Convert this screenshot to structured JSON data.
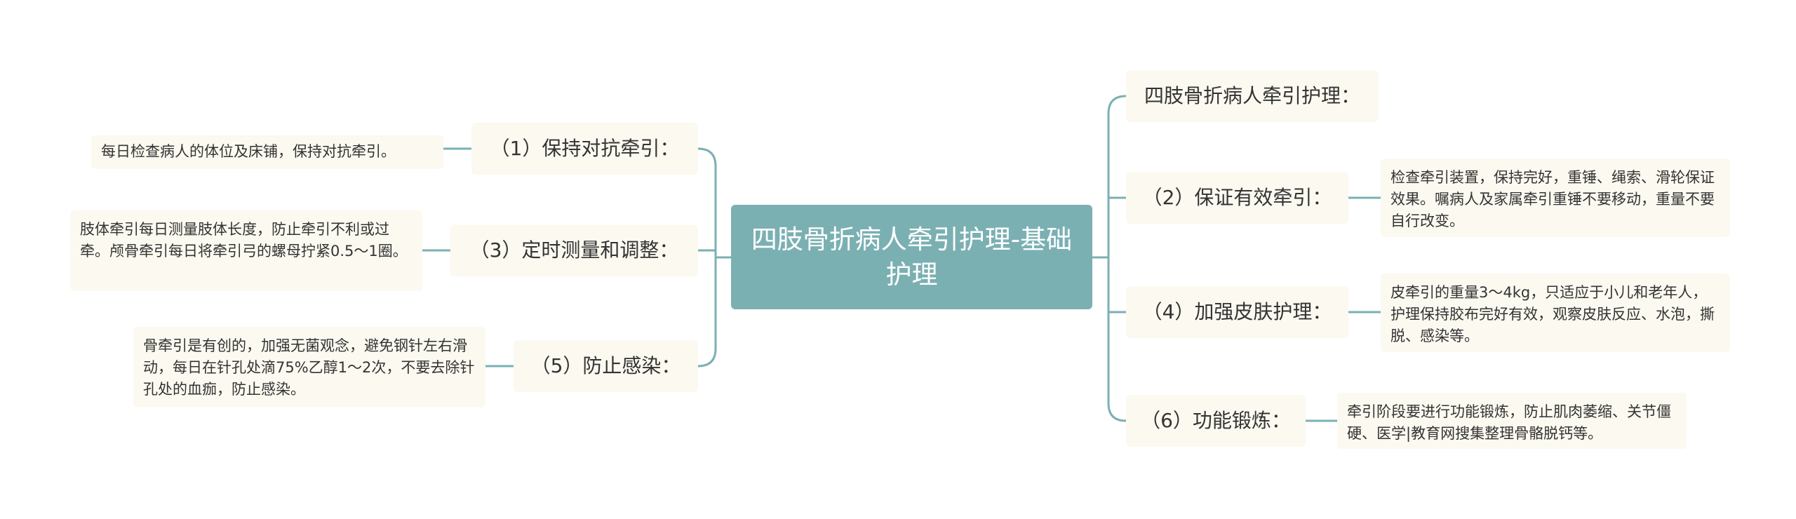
{
  "root": {
    "title": "四肢骨折病人牵引护理-基础护理"
  },
  "colors": {
    "root_fill": "#7bb0b3",
    "node_fill": "#fbf9f0",
    "connector": "#7bb0b3"
  },
  "right": {
    "header": "四肢骨折病人牵引护理：",
    "b2": {
      "label": "（2）保证有效牵引：",
      "detail": "检查牵引装置，保持完好，重锤、绳索、滑轮保证效果。嘱病人及家属牵引重锤不要移动，重量不要自行改变。"
    },
    "b4": {
      "label": "（4）加强皮肤护理：",
      "detail": "皮牵引的重量3～4kg，只适应于小儿和老年人，护理保持胶布完好有效，观察皮肤反应、水泡，撕脱、感染等。"
    },
    "b6": {
      "label": "（6）功能锻炼：",
      "detail": "牵引阶段要进行功能锻炼，防止肌肉萎缩、关节僵硬、医学|教育网搜集整理骨骼脱钙等。"
    }
  },
  "left": {
    "b1": {
      "label": "（1）保持对抗牵引：",
      "detail": "每日检查病人的体位及床铺，保持对抗牵引。"
    },
    "b3": {
      "label": "（3）定时测量和调整：",
      "detail": "肢体牵引每日测量肢体长度，防止牵引不利或过牵。颅骨牵引每日将牵引弓的螺母拧紧0.5～1圈。"
    },
    "b5": {
      "label": "（5）防止感染：",
      "detail": "骨牵引是有创的，加强无菌观念，避免钢针左右滑动，每日在针孔处滴75%乙醇1～2次，不要去除针孔处的血痂，防止感染。"
    }
  }
}
